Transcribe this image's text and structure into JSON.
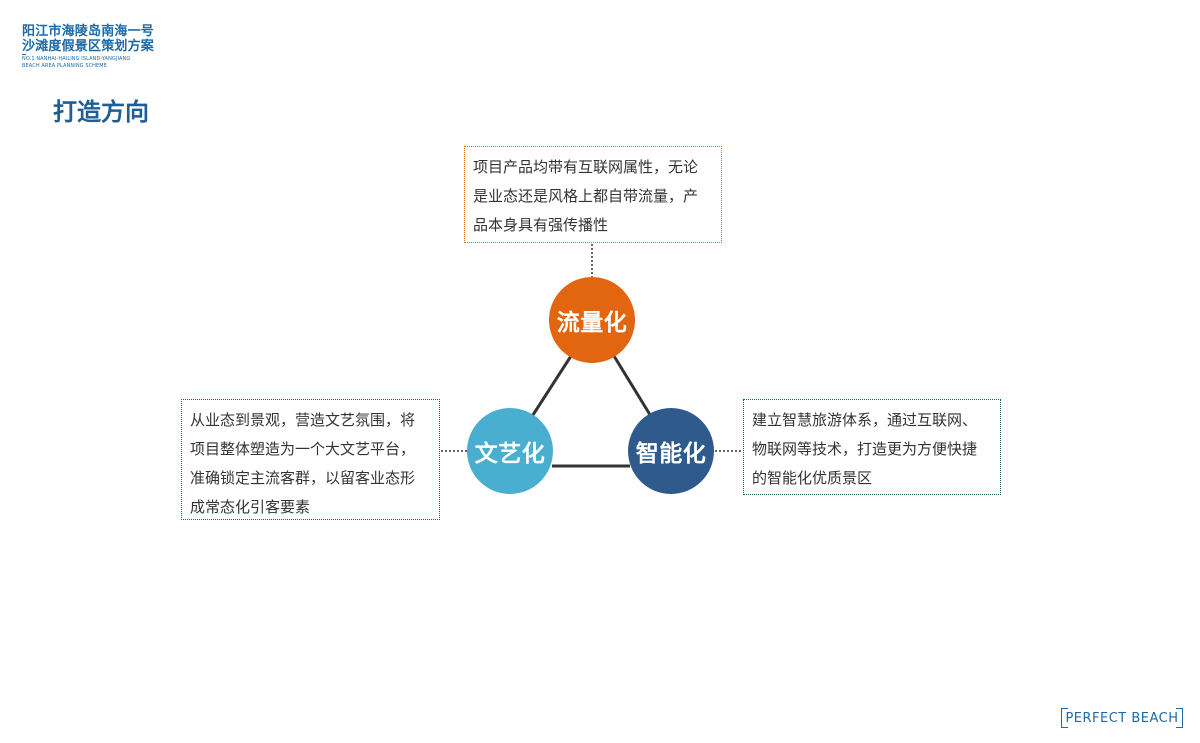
{
  "logo": {
    "line1": "阳江市海陵岛南海一号",
    "line2": "沙滩度假景区策划方案",
    "en_line1": "NO.1 NANHAI-HAILING ISLAND-YANGJIANG",
    "en_line2": "BEACH AREA PLANNING SCHEME"
  },
  "page": {
    "title": "打造方向"
  },
  "nodes": {
    "traffic": {
      "label": "流量化",
      "color": "#e2650f"
    },
    "culture": {
      "label": "文艺化",
      "color": "#4aaed0"
    },
    "smart": {
      "label": "智能化",
      "color": "#2e5a8c"
    }
  },
  "notes": {
    "traffic": [
      "项目产品均带有互联网属性，无论",
      "是业态还是风格上都自带流量，产",
      "品本身具有强传播性"
    ],
    "culture": [
      "从业态到景观，营造文艺氛围，将",
      "项目整体塑造为一个大文艺平台，",
      "准确锁定主流客群，以留客业态形",
      "成常态化引客要素"
    ],
    "smart": [
      "建立智慧旅游体系，通过互联网、",
      "物联网等技术，打造更为方便快捷",
      "的智能化优质景区"
    ]
  },
  "brand": {
    "label": "PERFECT BEACH"
  }
}
